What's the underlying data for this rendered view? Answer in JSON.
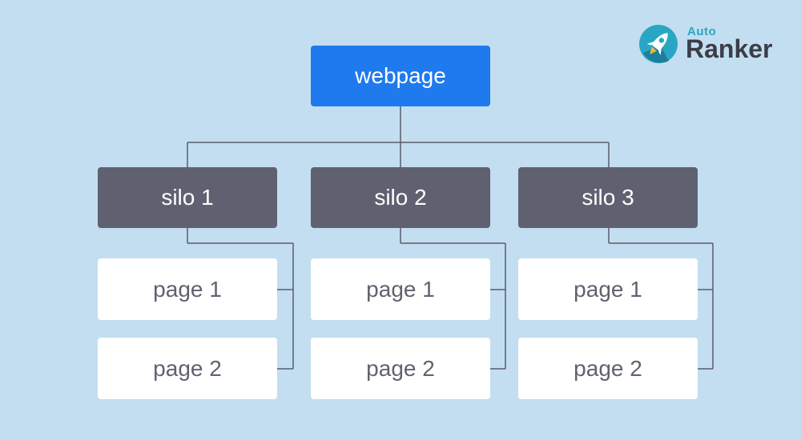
{
  "diagram": {
    "root": {
      "label": "webpage"
    },
    "silos": [
      {
        "label": "silo 1",
        "pages": [
          {
            "label": "page 1"
          },
          {
            "label": "page 2"
          }
        ]
      },
      {
        "label": "silo 2",
        "pages": [
          {
            "label": "page 1"
          },
          {
            "label": "page 2"
          }
        ]
      },
      {
        "label": "silo 3",
        "pages": [
          {
            "label": "page 1"
          },
          {
            "label": "page 2"
          }
        ]
      }
    ]
  },
  "logo": {
    "small": "Auto",
    "big": "Ranker",
    "icon": "rocket-icon"
  },
  "colors": {
    "background": "#c3def0",
    "root": "#1f7aee",
    "silo": "#5f6170",
    "page": "#ffffff",
    "page_text": "#60626f",
    "connector": "#5a5c68",
    "logo_teal": "#2aa6c4",
    "logo_text": "#3b3d48"
  }
}
